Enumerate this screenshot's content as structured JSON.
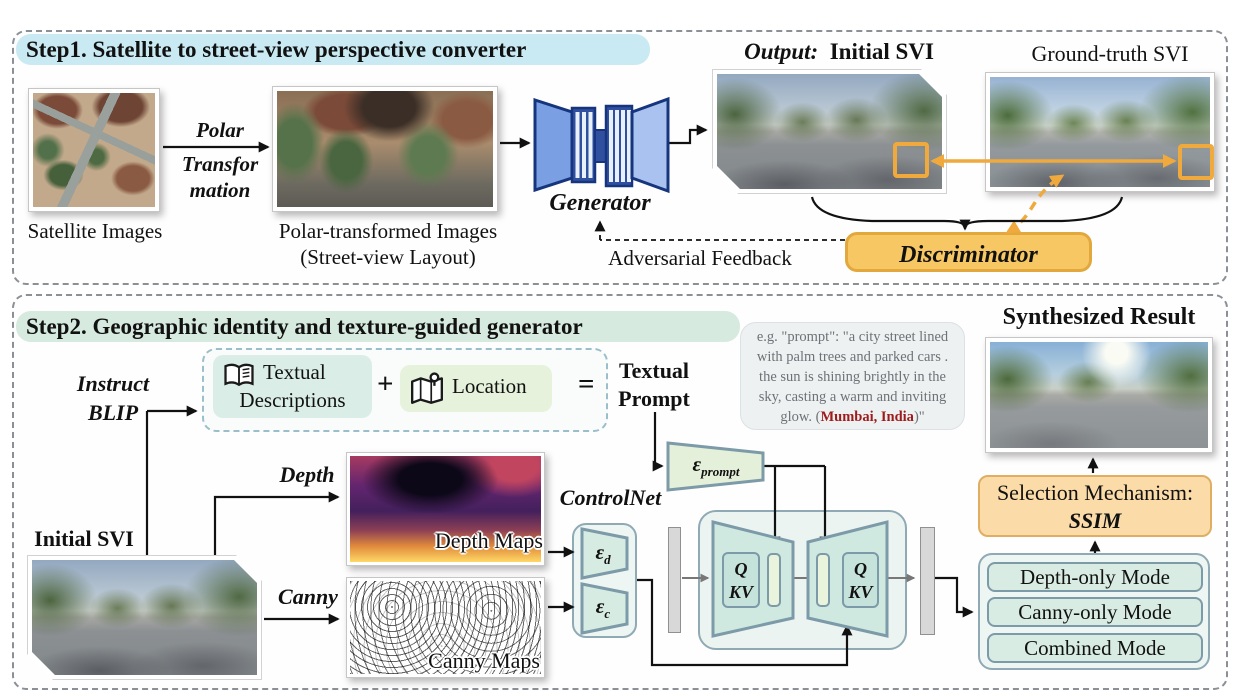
{
  "step1": {
    "title": "Step1. Satellite to street-view perspective converter",
    "satellite_label": "Satellite Images",
    "polar_lines": [
      "Polar",
      "Transfor",
      "mation"
    ],
    "polar_label_1": "Polar-transformed Images",
    "polar_label_2": "(Street-view Layout)",
    "generator_label": "Generator",
    "output_prefix": "Output:",
    "output_label": "Initial SVI",
    "ground_truth_label": "Ground-truth SVI",
    "discriminator_label": "Discriminator",
    "adversarial_label": "Adversarial Feedback"
  },
  "step2": {
    "title": "Step2. Geographic identity and texture-guided generator",
    "instruct_lines": [
      "Instruct",
      "BLIP"
    ],
    "textual_desc_line1": "Textual",
    "textual_desc_line2": "Descriptions",
    "plus": "+",
    "location_label": "Location",
    "equals": "=",
    "textual_prompt_line1": "Textual",
    "textual_prompt_line2": "Prompt",
    "prompt_example": {
      "line1": "e.g. \"prompt\": \"a city street lined",
      "line2": "with palm trees and parked cars .",
      "line3": "the sun is shining brightly in the",
      "line4": "sky, casting a warm and inviting",
      "last_prefix": "glow. (",
      "highlight": "Mumbai, India",
      "last_suffix": ")\""
    },
    "initial_svi_label": "Initial SVI",
    "depth_label": "Depth",
    "canny_label": "Canny",
    "depth_maps_label": "Depth Maps",
    "canny_maps_label": "Canny Maps",
    "controlnet_label": "ControlNet",
    "encoders": {
      "symbol": "ε",
      "prompt_sub": "prompt",
      "depth_sub": "d",
      "canny_sub": "c"
    },
    "qkv": {
      "q": "Q",
      "kv": "KV"
    },
    "synthesized_label": "Synthesized Result",
    "selection_line1": "Selection Mechanism:",
    "selection_line2": "SSIM",
    "modes": [
      "Depth-only Mode",
      "Canny-only Mode",
      "Combined Mode"
    ]
  },
  "colors": {
    "step1_title_bg": "#C9EAF3",
    "step2_title_bg": "#D6EADF",
    "discriminator_bg": "#F6C763",
    "selection_bg": "#FBDCA9",
    "orange_accent": "#EFA93C",
    "textual_chip_bg": "#DAEEE7",
    "location_chip_bg": "#E6F2DC",
    "mode_box_bg": "#D8ECE3",
    "generator_blue": "#7B9FE3",
    "highlight_red": "#9E1B1B"
  }
}
